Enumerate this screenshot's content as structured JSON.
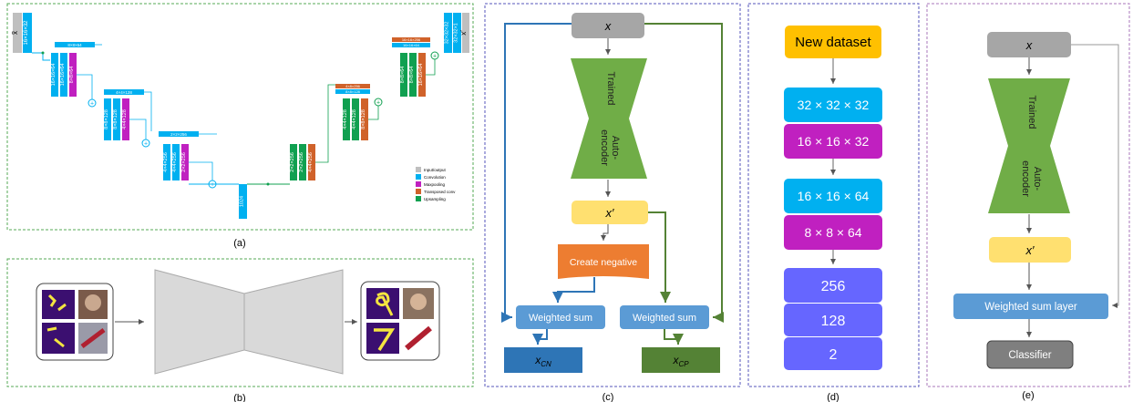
{
  "panel_a": {
    "caption": "(a)",
    "input_label": "x̃",
    "output_label": "x′",
    "blocks": {
      "in_conv": "16×16×32",
      "e1_conv1": "16×16×64",
      "e1_conv2": "16×16×64",
      "e1_pool": "8×8×64",
      "e2_conv1": "8×8×128",
      "e2_conv2": "8×8×128",
      "e2_pool": "4×4×128",
      "e3_conv1": "4×4×256",
      "e3_conv2": "4×4×256",
      "e3_pool": "2×2×256",
      "bottleneck": "1024",
      "d3_conv1": "2×2×256",
      "d3_conv2": "2×2×256",
      "d3_up": "4×4×256",
      "d2_conv1": "4×4×128",
      "d2_conv2": "4×4×128",
      "d2_up": "8×8×128",
      "d1_conv1": "8×8×64",
      "d1_conv2": "8×8×64",
      "d1_up": "16×16×64",
      "out_conv1": "32×32×32",
      "out_conv2": "32×32×1"
    },
    "skips": {
      "s1": "8×8×64",
      "s2": "4×4×128",
      "s3": "2×2×256",
      "s4a": "4×8×256",
      "s4b": "8×8×128",
      "s5a": "16×16×256",
      "s5b": "16×16×64"
    },
    "legend": [
      "Input/output",
      "Convolution",
      "Maxpooling",
      "Transposed conv",
      "Upsampling"
    ]
  },
  "panel_b": {
    "caption": "(b)"
  },
  "panel_c": {
    "caption": "(c)",
    "input": "x",
    "ae_top": "Trained",
    "ae_bottom_1": "Auto-",
    "ae_bottom_2": "encoder",
    "recon": "x′",
    "create_negative": "Create negative",
    "wsum_left": "Weighted sum",
    "wsum_right": "Weighted sum",
    "out_left_base": "x",
    "out_left_sub": "CN",
    "out_right_base": "x",
    "out_right_sub": "CP"
  },
  "panel_d": {
    "caption": "(d)",
    "items": [
      "New dataset",
      "32 × 32 × 32",
      "16 × 16 × 32",
      "16 × 16 × 64",
      "8 × 8 × 64",
      "256",
      "128",
      "2"
    ]
  },
  "panel_e": {
    "caption": "(e)",
    "input": "x",
    "ae_top": "Trained",
    "ae_bottom_1": "Auto-",
    "ae_bottom_2": "encoder",
    "recon": "x′",
    "wsum": "Weighted sum layer",
    "classifier": "Classifier"
  },
  "colors": {
    "conv": "#00b0f0",
    "pool": "#c020c0",
    "transposed": "#d0622a",
    "upsample": "#10a050",
    "io": "#bfbfbf",
    "green_ae": "#70ad47",
    "yellow": "#ffe070",
    "orange": "#ed7d31",
    "blue_box": "#5b9bd5",
    "dark_blue": "#2e75b6",
    "dark_green": "#548235",
    "purple": "#6666ff",
    "gold": "#ffc000"
  }
}
